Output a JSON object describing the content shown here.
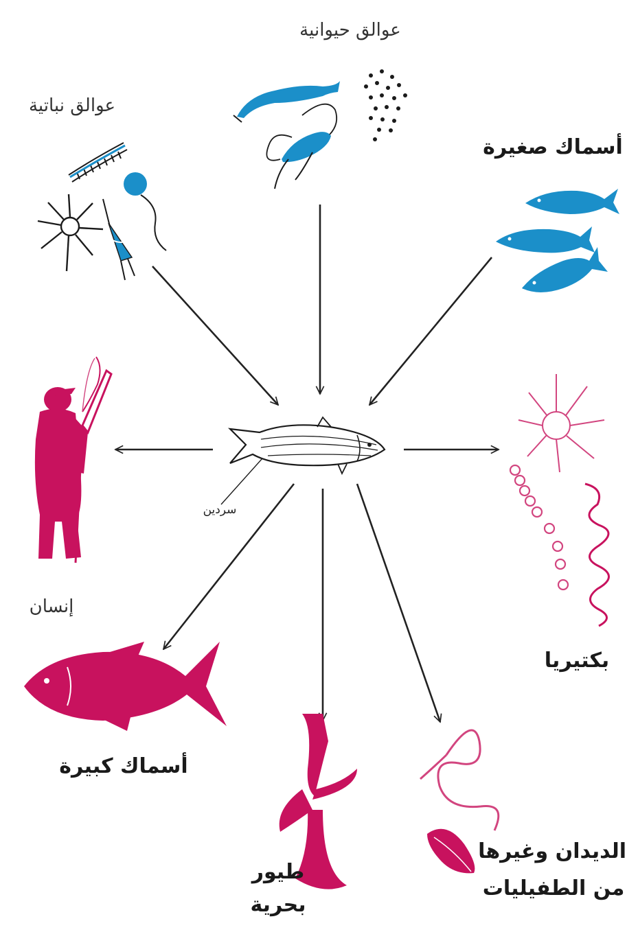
{
  "colors": {
    "prey": "#1b8fc9",
    "predator": "#c8125e",
    "bacteria": "#d2457f",
    "line": "#222222"
  },
  "labels": {
    "plant_plankton": "عوالق نباتية",
    "animal_plankton": "عوالق حيوانية",
    "small_fish": "أسماك صغيرة",
    "sardine": "سردين",
    "human": "إنسان",
    "bacteria": "بكتيريا",
    "big_fish": "أسماك كبيرة",
    "seabirds_line1": "طيور",
    "seabirds_line2": "بحرية",
    "worms_line1": "الديدان وغيرها",
    "worms_line2": "من الطفيليات"
  }
}
